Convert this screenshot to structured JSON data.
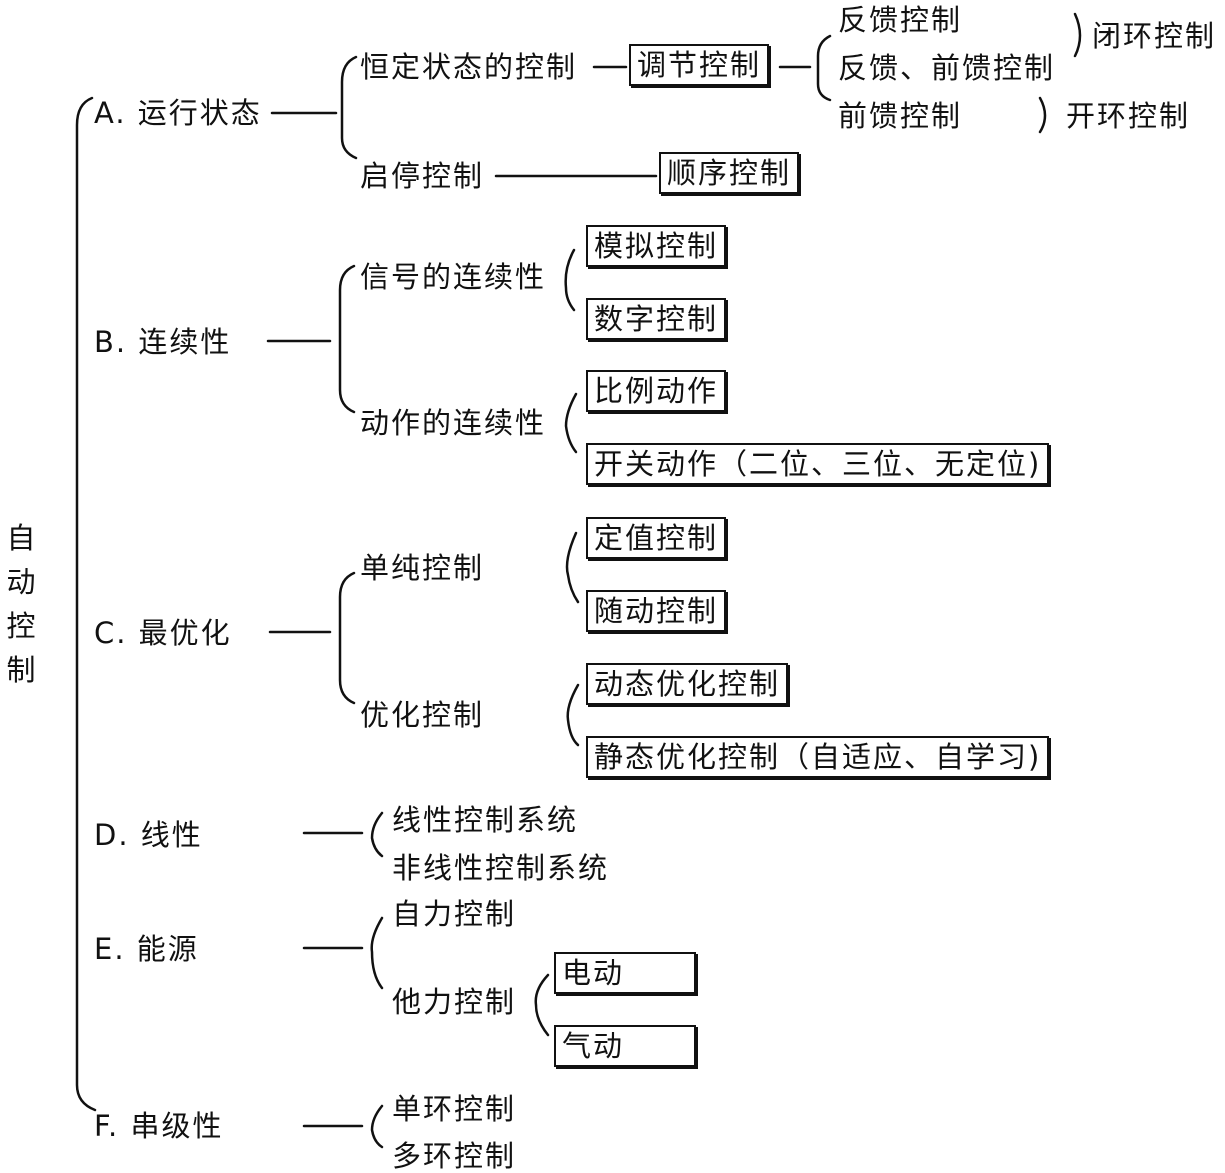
{
  "root": {
    "label": "自动控制"
  },
  "categories": {
    "a": {
      "label": "A. 运行状态",
      "sub1": "恒定状态的控制",
      "sub1_box": "调节控制",
      "feedback": "反馈控制",
      "feedback_feedforward": "反馈、前馈控制",
      "feedforward": "前馈控制",
      "closed_loop": "闭环控制",
      "open_loop": "开环控制",
      "sub2": "启停控制",
      "sub2_box": "顺序控制"
    },
    "b": {
      "label": "B. 连续性",
      "sub1": "信号的连续性",
      "sub1_items": [
        "模拟控制",
        "数字控制"
      ],
      "sub2": "动作的连续性",
      "sub2_items": [
        "比例动作",
        "开关动作（二位、三位、无定位)"
      ]
    },
    "c": {
      "label": "C. 最优化",
      "sub1": "单纯控制",
      "sub1_items": [
        "定值控制",
        "随动控制"
      ],
      "sub2": "优化控制",
      "sub2_items": [
        "动态优化控制",
        "静态优化控制（自适应、自学习)"
      ]
    },
    "d": {
      "label": "D. 线性",
      "items": [
        "线性控制系统",
        "非线性控制系统"
      ]
    },
    "e": {
      "label": "E. 能源",
      "sub1": "自力控制",
      "sub2": "他力控制",
      "sub2_items": [
        "电动",
        "气动"
      ]
    },
    "f": {
      "label": "F. 串级性",
      "items": [
        "单环控制",
        "多环控制"
      ]
    }
  }
}
